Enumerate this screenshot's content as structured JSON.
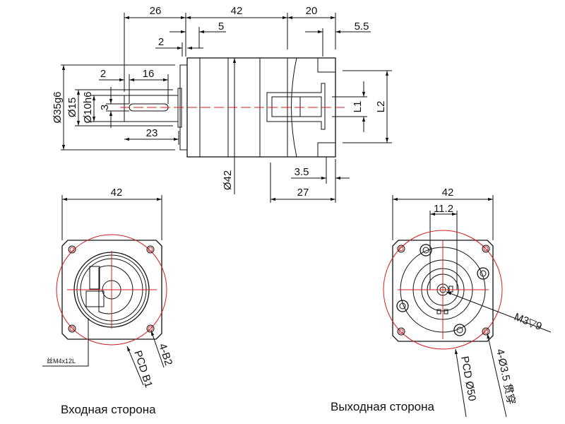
{
  "side_view": {
    "dims": {
      "d26": "26",
      "d42": "42",
      "d20": "20",
      "d5": "5",
      "d2_top": "2",
      "d5_5": "5.5",
      "d2_shaft": "2",
      "d16": "16",
      "d23": "23",
      "d35g6": "Ø35g6",
      "d15": "Ø15",
      "d10h6": "Ø10h6",
      "d3": "3",
      "d42_dia": "Ø42",
      "L1": "L1",
      "L2": "L2",
      "d3_5": "3.5",
      "d27": "27"
    }
  },
  "input_view": {
    "width": "42",
    "screw_note": "丝M4x12L",
    "pcd_label": "PCD B1",
    "holes_label": "4-B2",
    "caption": "Входная сторона"
  },
  "output_view": {
    "width": "42",
    "inner": "11.2",
    "thread_label": "M3▽9",
    "pcd_label": "PCD Ø50",
    "holes_label": "4-Ø3.5 贯穿",
    "caption": "Выходная сторона"
  },
  "colors": {
    "line": "#111111",
    "center": "#d42020"
  }
}
